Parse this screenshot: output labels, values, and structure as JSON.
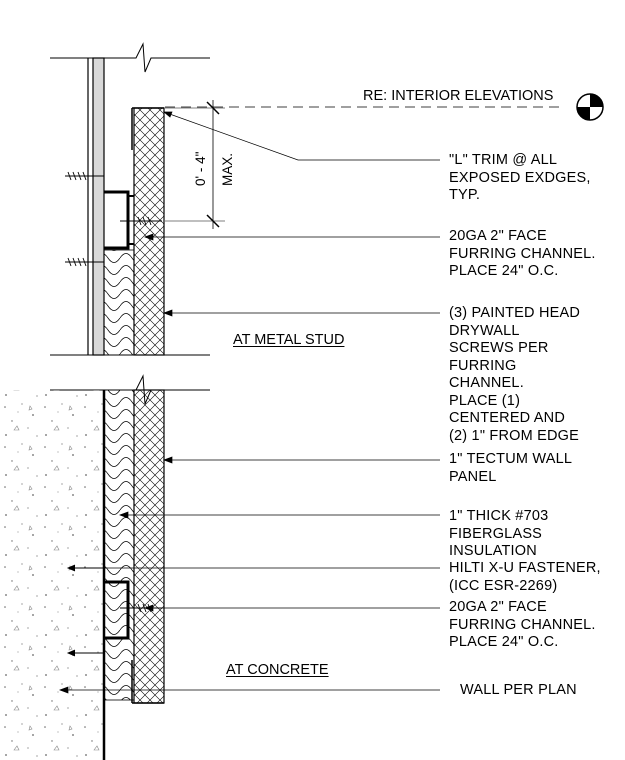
{
  "reference": {
    "label": "RE: INTERIOR ELEVATIONS"
  },
  "dimension": {
    "value": "0' - 4\"",
    "qualifier": "MAX."
  },
  "section_titles": {
    "metal_stud": "AT METAL STUD",
    "concrete": "AT CONCRETE"
  },
  "notes": [
    {
      "lines": [
        "\"L\" TRIM @ ALL",
        "EXPOSED EXDGES,",
        "TYP."
      ]
    },
    {
      "lines": [
        "20GA 2\" FACE",
        "FURRING CHANNEL.",
        "PLACE 24\" O.C."
      ]
    },
    {
      "lines": [
        "(3) PAINTED HEAD",
        "DRYWALL",
        "SCREWS PER",
        "FURRING",
        "CHANNEL.",
        "PLACE (1)",
        "CENTERED AND",
        "(2) 1\" FROM EDGE"
      ]
    },
    {
      "lines": [
        "1\" TECTUM WALL",
        "PANEL"
      ]
    },
    {
      "lines": [
        "1\" THICK #703",
        "FIBERGLASS",
        "INSULATION"
      ]
    },
    {
      "lines": [
        "HILTI X-U FASTENER,",
        "(ICC ESR-2269)"
      ]
    },
    {
      "lines": [
        "20GA 2\" FACE",
        "FURRING CHANNEL.",
        "PLACE 24\" O.C."
      ]
    },
    {
      "lines": [
        "WALL PER PLAN"
      ]
    }
  ]
}
